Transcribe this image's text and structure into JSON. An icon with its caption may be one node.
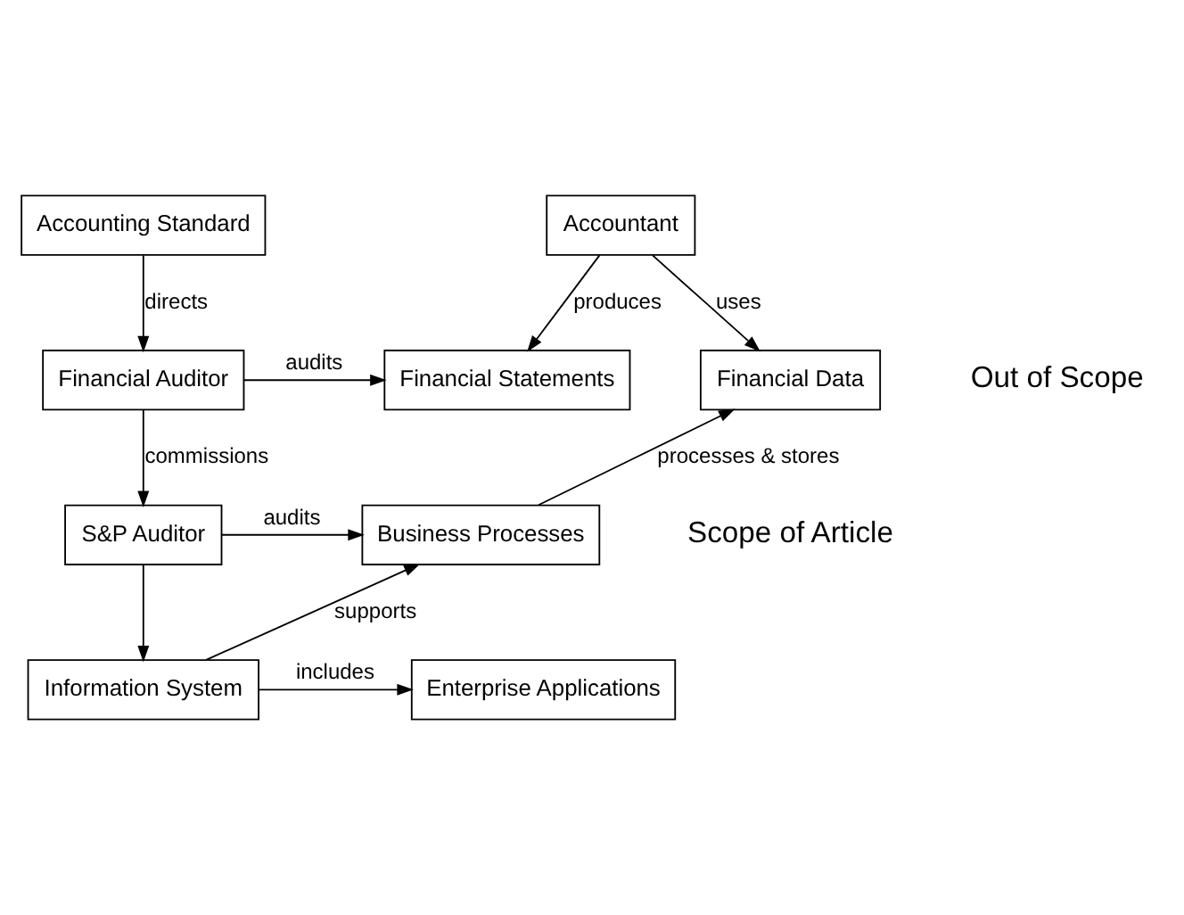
{
  "diagram": {
    "nodes": [
      {
        "text": [
          "Accounting Standard"
        ]
      },
      {
        "text": [
          "Accountant"
        ]
      },
      {
        "text": [
          "Financial Auditor"
        ]
      },
      {
        "text": [
          "Financial Statements"
        ]
      },
      {
        "text": [
          "Financial Data"
        ]
      },
      {
        "text": [
          "S&P Auditor"
        ]
      },
      {
        "text": [
          "Business Processes"
        ]
      },
      {
        "text": [
          "Enterprise Applications"
        ]
      },
      {
        "text": [
          "Information System"
        ]
      }
    ],
    "edges": [
      {
        "from": 0,
        "to": 2,
        "arrow": "to",
        "label": "directs"
      },
      {
        "from": 1,
        "to": 3,
        "arrow": "to",
        "label": "produces"
      },
      {
        "from": 1,
        "to": 4,
        "arrow": "to",
        "label": "uses"
      },
      {
        "from": 2,
        "to": 3,
        "arrow": "to",
        "label": "audits"
      },
      {
        "from": 2,
        "to": 5,
        "arrow": "to",
        "label": "commissions"
      },
      {
        "from": 5,
        "to": 6,
        "arrow": "to",
        "label": "audits"
      },
      {
        "from": 5,
        "to": 8,
        "arrow": "to"
      },
      {
        "from": 6,
        "to": 4,
        "arrow": "to",
        "label": "processes & stores"
      },
      {
        "from": 8,
        "to": 6,
        "arrow": "to",
        "label": "supports"
      },
      {
        "from": 8,
        "to": 7,
        "arrow": "to",
        "label": "includes"
      }
    ],
    "labels": [
      "Out of Scope",
      "Scope of Article"
    ]
  }
}
